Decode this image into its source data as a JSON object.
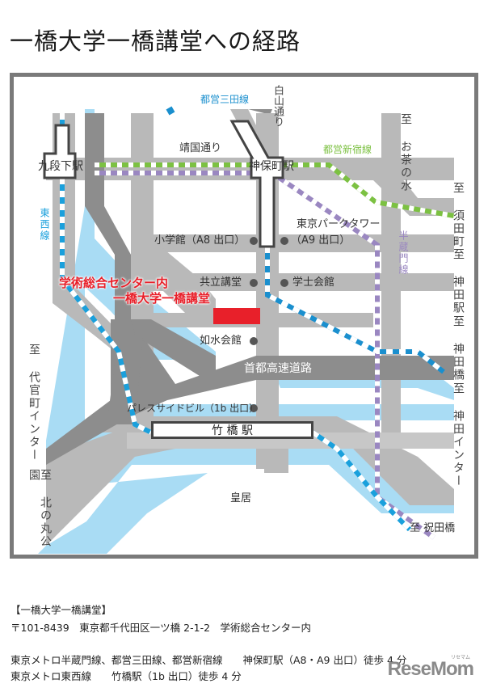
{
  "title": "一橋大学一橋講堂への経路",
  "map": {
    "colors": {
      "road_light": "#b9b9b9",
      "road_dark": "#8d8d8d",
      "water": "#a9dcf4",
      "tozai_line": "#1aa0dc",
      "mita_line": "#1a8fce",
      "shinjuku_line": "#7cc142",
      "hanzomon_line": "#9a87c1",
      "destination": "#e8202a",
      "frame": "#7a7a7a"
    },
    "stations": {
      "kudanshita": "九段下駅",
      "jimbocho": "神保町駅",
      "takebashi": "竹 橋 駅"
    },
    "lines": {
      "toei_mita": "都営三田線",
      "toei_shinjuku": "都営新宿線",
      "hanzomon": "半蔵門線",
      "tozai": "東西線"
    },
    "roads": {
      "yasukuni": "靖国通り",
      "hakusan": "白山通り",
      "shuto_expressway": "首都高速道路"
    },
    "landmarks": {
      "shogakukan": "小学館（A8 出口）",
      "tokyo_park_tower": "東京パークタワー",
      "a9_exit": "（A9 出口）",
      "kyoritsu_kodo": "共立講堂",
      "gakushi_kaikan": "学士会館",
      "josui_kaikan": "如水会館",
      "palaceside_building": "パレスサイドビル（1b 出口）",
      "imperial_palace": "皇居"
    },
    "destination": {
      "line1": "学術総合センター内",
      "line2": "一橋大学一橋講堂"
    },
    "directions": {
      "ochanomizu": "至 お茶の水",
      "sudacho": "至 須田町",
      "kanda_station": "至 神田駅",
      "kandabashi": "至 神田橋",
      "kanda_inter": "至 神田インター",
      "iwaidabashi": "至 祝田橋",
      "daikancho_inter": "至 代官町インター",
      "kitanomaru": "至 北の丸公園"
    }
  },
  "info": {
    "heading": "【一橋大学一橋講堂】",
    "address": "〒101-8439　東京都千代田区一ツ橋 2-1-2　学術総合センター内",
    "access1": "東京メトロ半蔵門線、都営三田線、都営新宿線　　神保町駅（A8・A9 出口）徒歩 4 分",
    "access2": "東京メトロ東西線　　竹橋駅（1b 出口）徒歩 4 分"
  },
  "logo": {
    "text": "ReseMom",
    "sub": "リセマム"
  }
}
